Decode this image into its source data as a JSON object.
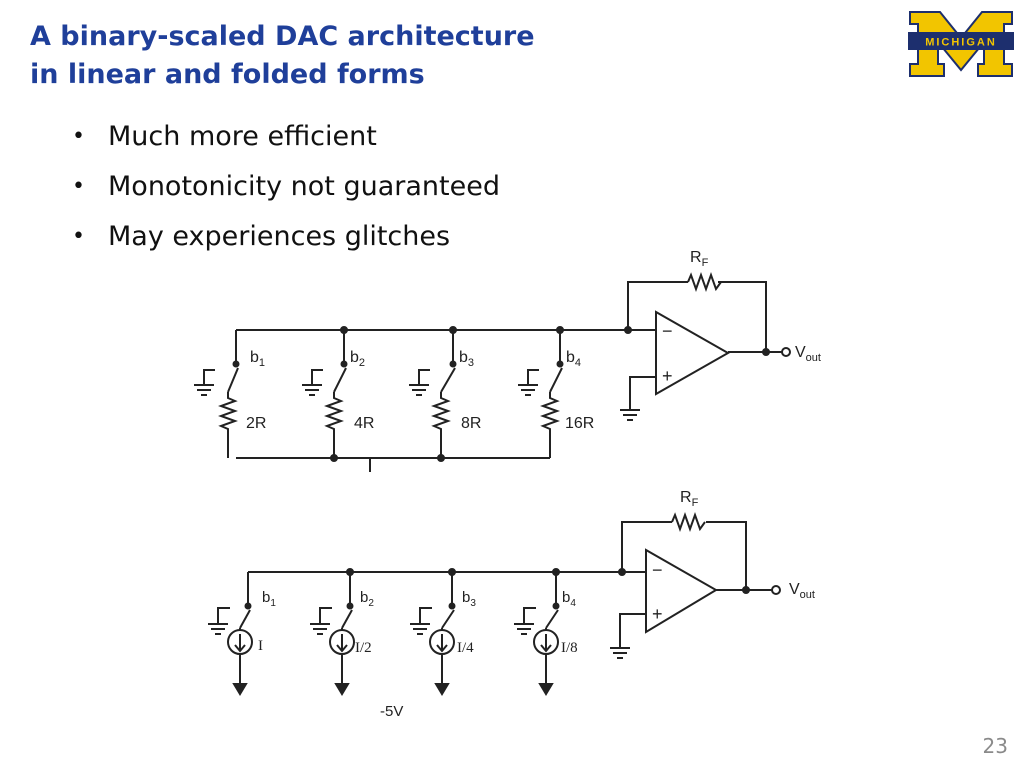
{
  "slide": {
    "title_line1": "A binary-scaled DAC architecture",
    "title_line2": "in linear and folded forms",
    "bullets": [
      "Much more efficient",
      "Monotonicity not guaranteed",
      "May experiences glitches"
    ],
    "page_number": "23",
    "logo_text": "MICHIGAN"
  },
  "colors": {
    "title": "#1f3f9a",
    "logo_blue": "#1d2f6e",
    "logo_maize": "#f2c500"
  },
  "circuit1": {
    "feedback": "R",
    "feedback_sub": "F",
    "minus": "−",
    "plus": "+",
    "out": "V",
    "out_sub": "out",
    "switches": [
      "b",
      "b",
      "b",
      "b"
    ],
    "switch_subs": [
      "1",
      "2",
      "3",
      "4"
    ],
    "resistors": [
      "2R",
      "4R",
      "8R",
      "16R"
    ]
  },
  "circuit2": {
    "feedback": "R",
    "feedback_sub": "F",
    "minus": "−",
    "plus": "+",
    "out": "V",
    "out_sub": "out",
    "switches": [
      "b",
      "b",
      "b",
      "b"
    ],
    "switch_subs": [
      "1",
      "2",
      "3",
      "4"
    ],
    "sources": [
      "I",
      "I/2",
      "I/4",
      "I/8"
    ],
    "supply": "-5V"
  }
}
